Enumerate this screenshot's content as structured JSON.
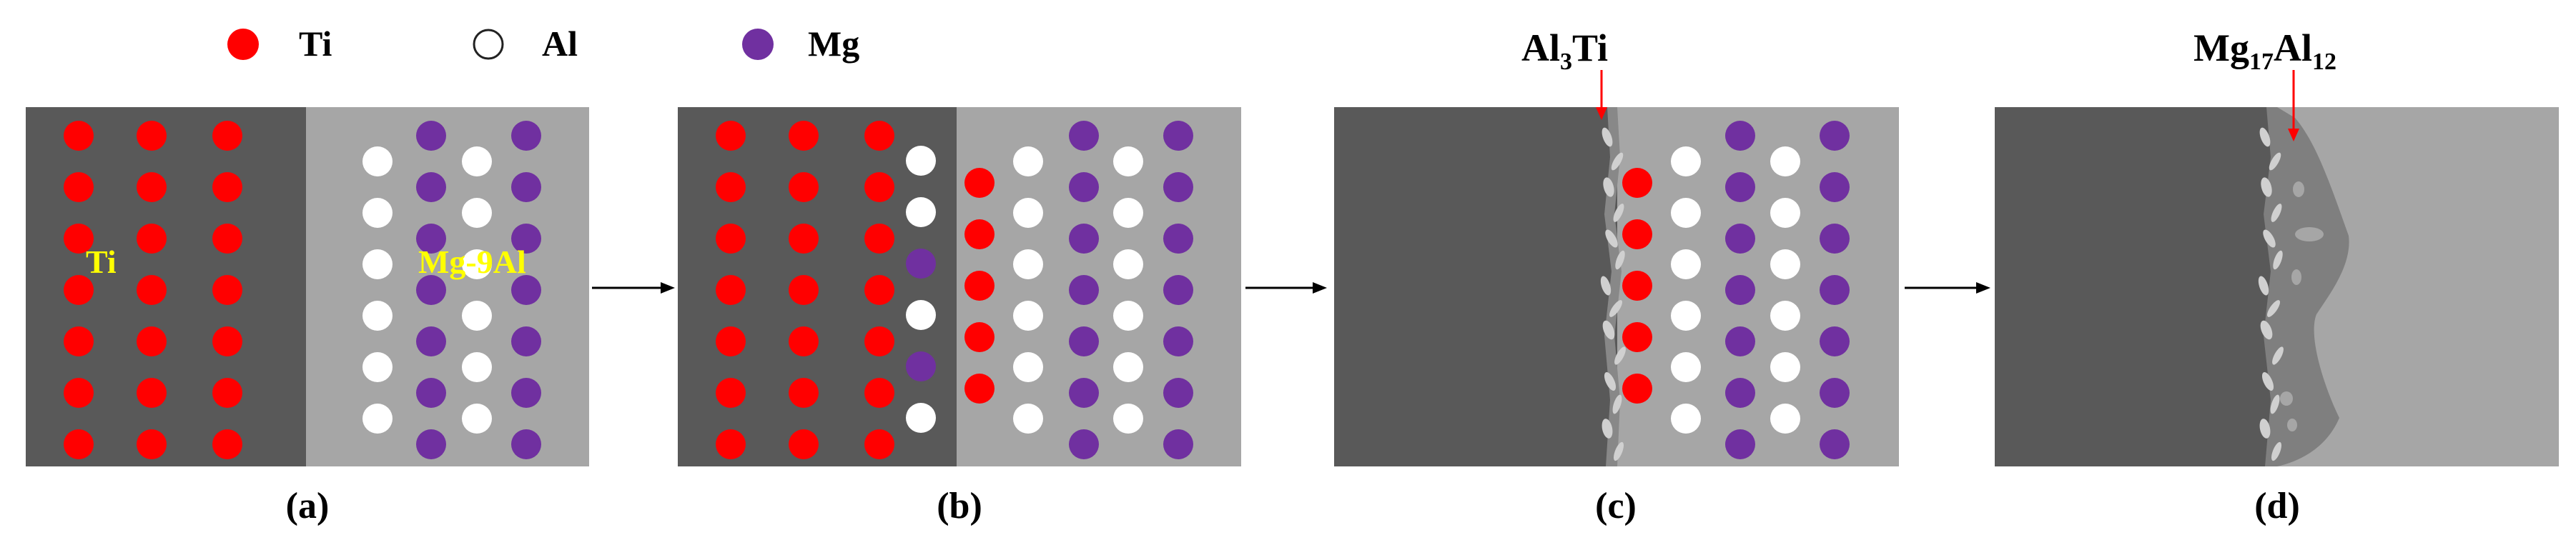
{
  "legend": [
    {
      "symbol": "Ti",
      "color": "#ff0000",
      "outline": "#ff0000"
    },
    {
      "symbol": "Al",
      "color": "#ffffff",
      "outline": "#222222"
    },
    {
      "symbol": "Mg",
      "color": "#7030a0",
      "outline": "#7030a0"
    }
  ],
  "colors": {
    "ti_side": "#595959",
    "mg_side": "#a6a6a6",
    "mg17al12_phase": "#7f7f7f",
    "al3ti_particle": "#d0d0d0",
    "pointer_arrow": "#ff0000",
    "material_label": "#ffff00"
  },
  "panels": [
    {
      "id": "a",
      "caption": "(a)",
      "material_labels": {
        "left": "Ti",
        "right": "Mg-9Al"
      }
    },
    {
      "id": "b",
      "caption": "(b)"
    },
    {
      "id": "c",
      "caption": "(c)",
      "annotation": {
        "base": "Al",
        "sub": "3",
        "tail": "Ti"
      }
    },
    {
      "id": "d",
      "caption": "(d)",
      "annotation": {
        "base": "Mg",
        "sub": "17",
        "mid": "Al",
        "sub2": "12"
      }
    }
  ],
  "transition_arrows": 3
}
